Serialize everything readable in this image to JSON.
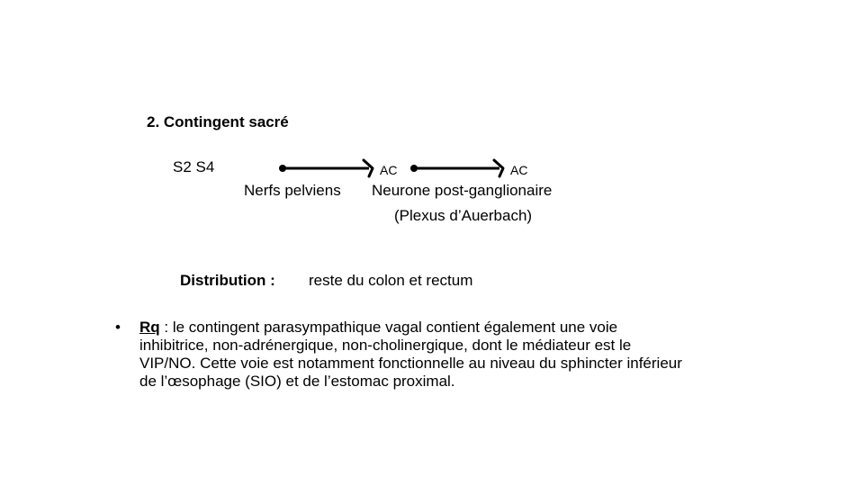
{
  "slide": {
    "title": "2. Contingent sacré",
    "origin": "S2 S4",
    "pathway": {
      "synapse1_label": "AC",
      "synapse2_label": "AC",
      "preganglionic_label": "Nerfs pelviens",
      "postganglionic_label": "Neurone  post-ganglionaire",
      "plexus_label": "(Plexus  d’Auerbach)"
    },
    "distribution": {
      "label": "Distribution  :",
      "value": "reste du colon et rectum"
    },
    "note": {
      "bullet": "•",
      "prefix": "Rq",
      "text": " : le contingent  parasympathique  vagal  contient  également  une  voie  inhibitrice,  non-adrénergique,  non-cholinergique,  dont le médiateur est le VIP/NO. Cette voie est notamment  fonctionnelle  au niveau  du sphincter  inférieur  de l’œsophage  (SIO) et de l’estomac proximal."
    }
  }
}
